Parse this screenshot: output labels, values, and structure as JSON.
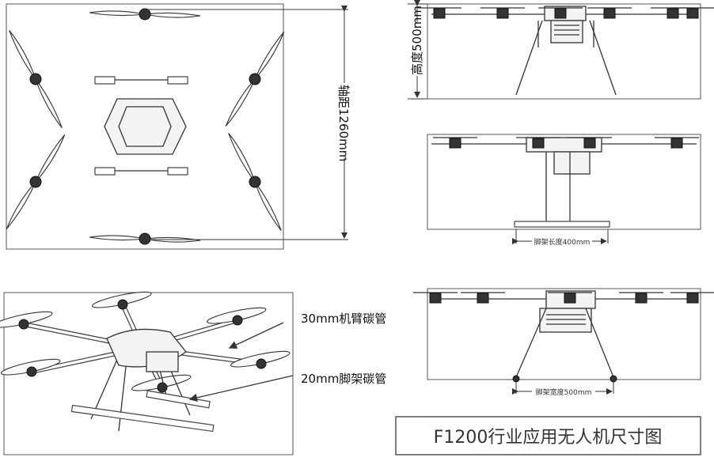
{
  "labels": {
    "wheelbase": "轴距1260mm",
    "height": "高度500mm",
    "skid_length": "脚架长度400mm",
    "skid_width": "脚架宽度500mm",
    "arm_tube": "30mm机臂碳管",
    "leg_tube": "20mm脚架碳管"
  },
  "title": "F1200行业应用无人机尺寸图"
}
